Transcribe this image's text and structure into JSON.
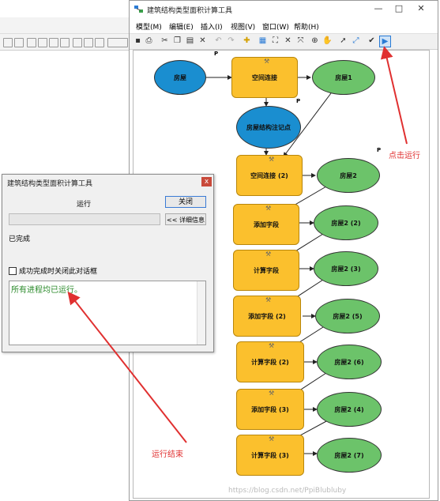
{
  "background_app": {
    "toolbar_icons": [
      "pencil-icon",
      "grid-icon",
      "sketch-icon",
      "shape-icon",
      "select-icon",
      "scissors-icon",
      "table-icon",
      "tools-icon",
      "refresh-icon",
      "list-icon"
    ]
  },
  "main_window": {
    "title": "建筑结构类型面积计算工具",
    "menu": [
      "模型(M)",
      "编辑(E)",
      "插入(I)",
      "视图(V)",
      "窗口(W)",
      "帮助(H)"
    ],
    "window_buttons": {
      "minimize": "—",
      "maximize": "□",
      "close": "✕"
    },
    "toolbar_icons": [
      "save-icon",
      "print-icon",
      "cut-icon",
      "copy-icon",
      "paste-icon",
      "delete-icon",
      "undo-icon",
      "redo-icon",
      "add-data-icon",
      "auto-layout-icon",
      "full-extent-icon",
      "zoom-fixed-icon",
      "zoom-out-fixed-icon",
      "zoom-in-icon",
      "pan-icon",
      "select-icon",
      "connect-icon",
      "validate-icon",
      "run-icon"
    ]
  },
  "diagram": {
    "p_label": "P",
    "nodes": {
      "input": "房屋",
      "tool1": "空间连接",
      "out1": "房屋1",
      "param": "房屋结构注记点",
      "tool2": "空间连接 (2)",
      "out2": "房屋2",
      "tool3": "添加字段",
      "out3": "房屋2 (2)",
      "tool4": "计算字段",
      "out4": "房屋2 (3)",
      "tool5": "添加字段 (2)",
      "out5": "房屋2 (5)",
      "tool6": "计算字段 (2)",
      "out6": "房屋2 (6)",
      "tool7": "添加字段 (3)",
      "out7": "房屋2 (4)",
      "tool8": "计算字段 (3)",
      "out8": "房屋2 (7)"
    },
    "colors": {
      "input": "#1a8ed0",
      "tool": "#fbc02d",
      "output": "#6cc36a"
    }
  },
  "dialog": {
    "title": "建筑结构类型面积计算工具",
    "close_x": "x",
    "status": "运行",
    "close_button": "关闭",
    "detail_button": "<< 详细信息",
    "done_text": "已完成",
    "checkbox_label": "成功完成时关闭此对话框",
    "log_text": "所有进程均已运行。"
  },
  "annotations": {
    "click_run": "点击运行",
    "run_end": "运行结束",
    "color": "#e03030"
  },
  "watermark": "https://blog.csdn.net/PpiBlubluby"
}
